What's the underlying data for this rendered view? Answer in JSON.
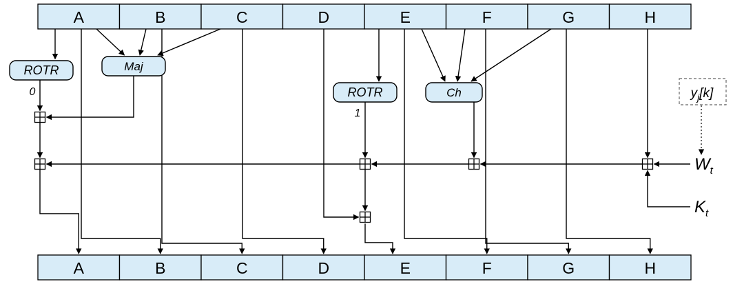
{
  "registers": {
    "top": [
      "A",
      "B",
      "C",
      "D",
      "E",
      "F",
      "G",
      "H"
    ],
    "bottom": [
      "A",
      "B",
      "C",
      "D",
      "E",
      "F",
      "G",
      "H"
    ]
  },
  "functions": {
    "sigma0": {
      "label": "ROTR",
      "subscript": "0"
    },
    "maj": {
      "label": "Maj"
    },
    "sigma1": {
      "label": "ROTR",
      "subscript": "1"
    },
    "ch": {
      "label": "Ch"
    }
  },
  "io": {
    "message_word": {
      "base": "y",
      "sub": "j",
      "rest": "[k]"
    },
    "w": {
      "base": "W",
      "sub": "t"
    },
    "k": {
      "base": "K",
      "sub": "t"
    }
  },
  "colors": {
    "register_fill": "#d8ecf8",
    "function_fill": "#d8ecf8",
    "stroke": "#000000",
    "background": "#ffffff",
    "dashed_box_stroke": "#666666"
  }
}
